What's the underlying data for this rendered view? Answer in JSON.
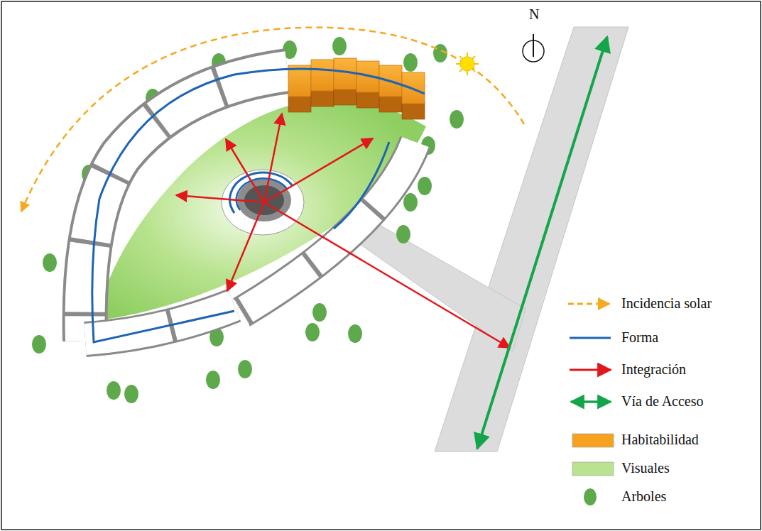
{
  "diagram": {
    "labels": [
      "N"
    ],
    "legend": [
      {
        "text": "Incidencia solar"
      },
      {
        "text": "Forma"
      },
      {
        "text": "Integración"
      },
      {
        "text": "Vía de Acceso"
      },
      {
        "text": "Habitabilidad",
        "color": "#f6a21e"
      },
      {
        "text": "Visuales",
        "color": "#b9e38f"
      },
      {
        "text": "Arboles",
        "color": "#5ea94c"
      }
    ]
  }
}
